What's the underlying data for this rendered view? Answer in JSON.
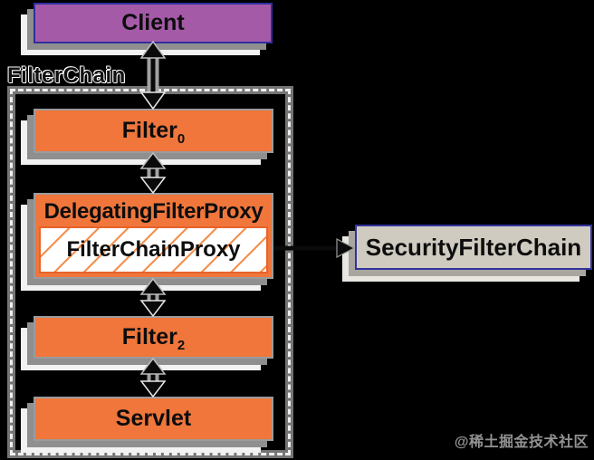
{
  "nodes": {
    "client": "Client",
    "filter_chain_container_label": "FilterChain",
    "filter0": {
      "text": "Filter",
      "subscript": "0"
    },
    "delegating_filter_proxy": "DelegatingFilterProxy",
    "filter_chain_proxy": "FilterChainProxy",
    "filter2": {
      "text": "Filter",
      "subscript": "2"
    },
    "servlet": "Servlet",
    "security_filter_chain": "SecurityFilterChain"
  },
  "watermark": "@稀土掘金技术社区",
  "colors": {
    "background": "#000000",
    "client_fill": "#a55aa8",
    "filter_fill": "#f0763c",
    "hatch_line": "#f5904f",
    "security_filter_chain_fill": "#cfcbc0",
    "box_border_navy": "#2f2f9d",
    "shadow_gray": "#8f8f8f",
    "shadow_white": "#f2f2f2",
    "dashed_border": "#f0f0f0"
  }
}
